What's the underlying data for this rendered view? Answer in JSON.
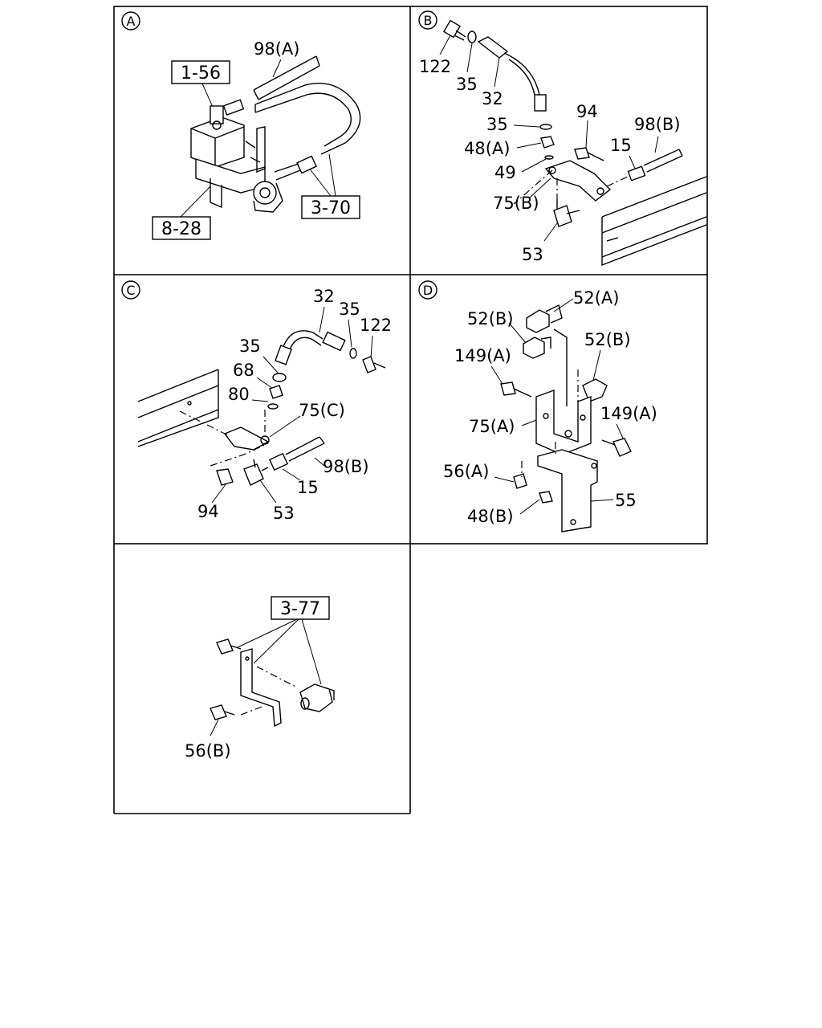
{
  "panels": {
    "a": {
      "letter": "A",
      "ref_boxes": [
        "1-56",
        "8-28",
        "3-70"
      ],
      "labels": [
        "98(A)"
      ]
    },
    "b": {
      "letter": "B",
      "labels": [
        "122",
        "35",
        "32",
        "35",
        "48(A)",
        "49",
        "75(B)",
        "53",
        "94",
        "98(B)",
        "15"
      ]
    },
    "c": {
      "letter": "C",
      "labels": [
        "32",
        "35",
        "122",
        "35",
        "68",
        "80",
        "75(C)",
        "98(B)",
        "15",
        "94",
        "53"
      ]
    },
    "d": {
      "letter": "D",
      "labels": [
        "52(A)",
        "52(B)",
        "52(B)",
        "149(A)",
        "149(A)",
        "75(A)",
        "56(A)",
        "55",
        "48(B)"
      ]
    },
    "e": {
      "ref_boxes": [
        "3-77"
      ],
      "labels": [
        "56(B)"
      ]
    }
  }
}
